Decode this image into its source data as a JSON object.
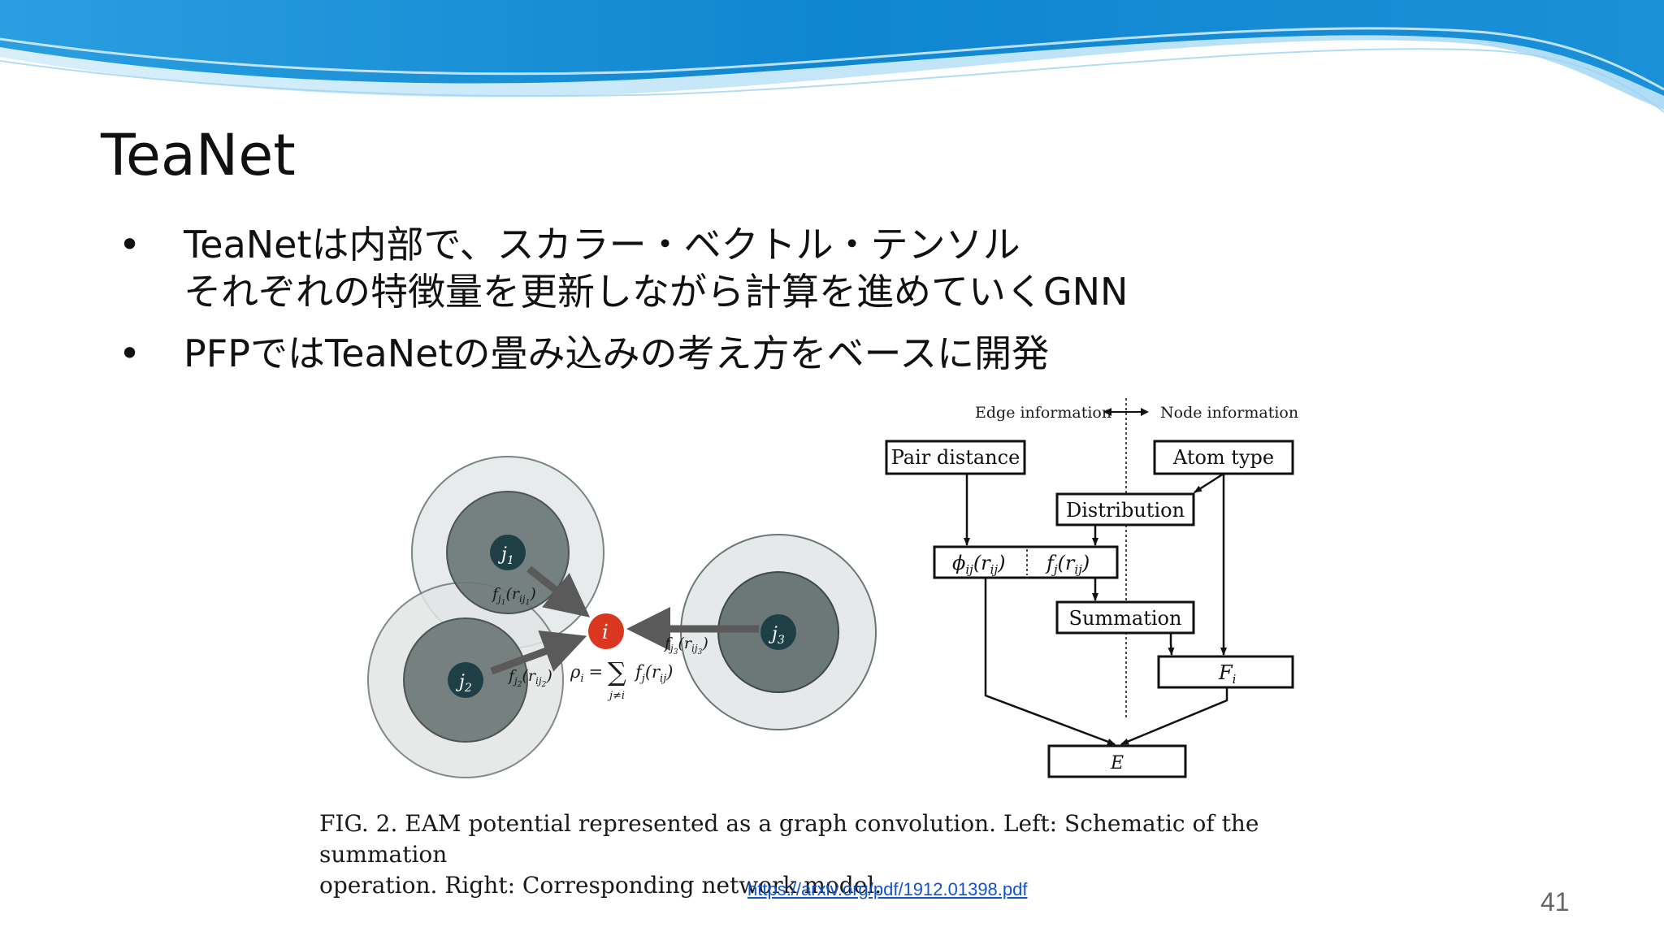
{
  "slide": {
    "title": "TeaNet",
    "bullets": [
      {
        "lines": [
          "TeaNetは内部で、スカラー・ベクトル・テンソル",
          "それぞれの特徴量を更新しながら計算を進めていくGNN"
        ]
      },
      {
        "lines": [
          "PFPではTeaNetの畳み込みの考え方をベースに開発"
        ]
      }
    ],
    "bullet_symbol": "•",
    "page_number": "41",
    "source_link": "https://arxiv.org/pdf/1912.01398.pdf",
    "colors": {
      "wave_dark": "#1a8fd6",
      "wave_light": "#7cc5ee",
      "link": "#1155cc",
      "atom_i": "#d9371f",
      "atom_j": "#1e3f45"
    }
  },
  "figure": {
    "caption_line1": "FIG. 2.  EAM potential represented as a graph convolution.  Left:  Schematic of the summation",
    "caption_line2": "operation.  Right:  Corresponding network model.",
    "left": {
      "atom_i": "i",
      "atom_j1": "j",
      "atom_j1_sub": "1",
      "atom_j2": "j",
      "atom_j2_sub": "2",
      "atom_j3": "j",
      "atom_j3_sub": "3",
      "f_j1": "f",
      "f_j1_arg": "(r",
      "f_j1_argsub": "ij",
      "f_j1_argsub2": "1",
      "f_j2": "f",
      "f_j2_arg": "(r",
      "f_j2_argsub": "ij",
      "f_j2_argsub2": "2",
      "f_j3": "f",
      "f_j3_arg": "(r",
      "f_j3_argsub": "ij",
      "f_j3_argsub2": "3",
      "rho": "ρ",
      "rho_sub": "i",
      "equals": "=",
      "sigma": "∑",
      "sum_index": "j≠i",
      "sum_term": "f",
      "sum_term_sub": "j",
      "sum_term_arg": "(r",
      "sum_term_argsub": "ij",
      "close_paren": ")"
    },
    "right": {
      "edge_information": "Edge information",
      "node_information": "Node information",
      "pair_distance": "Pair distance",
      "atom_type": "Atom type",
      "distribution": "Distribution",
      "phi": "ϕ",
      "phi_sub": "ij",
      "phi_arg": "(r",
      "phi_argsub": "ij",
      "fj": "f",
      "fj_sub": "j",
      "fj_arg": "(r",
      "fj_argsub": "ij",
      "close_paren": ")",
      "summation": "Summation",
      "F": "F",
      "F_sub": "i",
      "E": "E"
    }
  }
}
